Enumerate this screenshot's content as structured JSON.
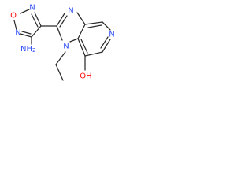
{
  "molecule": {
    "atoms": {
      "oxadiazole_o": {
        "text": "O",
        "color": "#ff0d0d"
      },
      "oxadiazole_n_left": {
        "text": "N",
        "color": "#3050f8"
      },
      "oxadiazole_n_top": {
        "text": "N",
        "color": "#3050f8"
      },
      "amino_n": {
        "text": "NH",
        "sub": "2",
        "color": "#3050f8"
      },
      "imidazole_n_top": {
        "text": "N",
        "color": "#3050f8"
      },
      "imidazole_n_ethyl": {
        "text": "N",
        "color": "#3050f8"
      },
      "pyridine_n": {
        "text": "N",
        "color": "#3050f8"
      },
      "hydroxyl": {
        "text": "OH",
        "color": "#ff0d0d"
      }
    },
    "bond_color": "#2b2b2b"
  }
}
